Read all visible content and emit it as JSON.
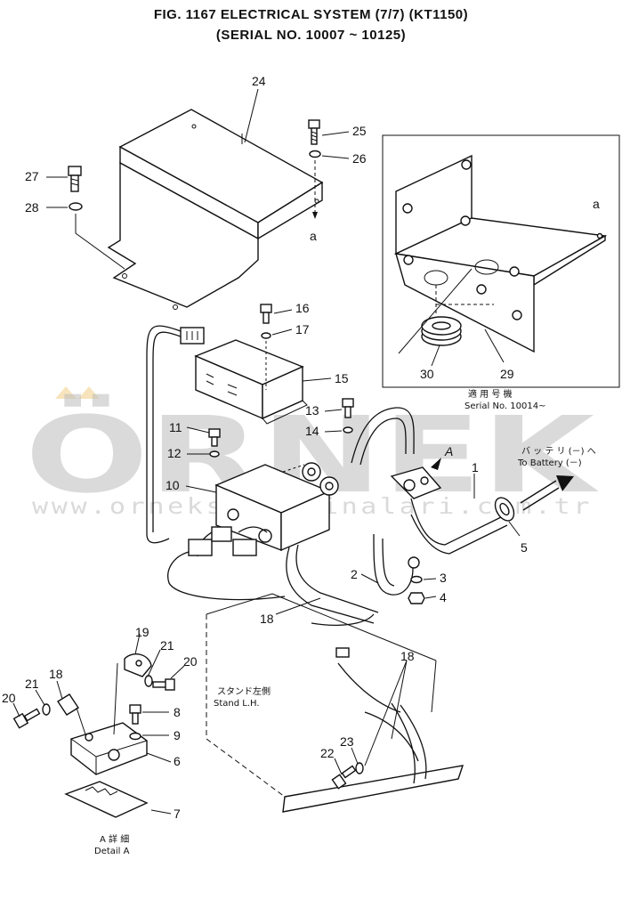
{
  "figure": {
    "title": "FIG. 1167   ELECTRICAL SYSTEM (7/7) (KT1150)",
    "subtitle": "(SERIAL NO. 10007 ~ 10125)"
  },
  "watermark": {
    "brand": "ÖRNEK",
    "url": "www.orneksismakinalari.com.tr",
    "color": "#bdbdbd"
  },
  "callouts": {
    "p1": "1",
    "p2": "2",
    "p3": "3",
    "p4": "4",
    "p5": "5",
    "p6": "6",
    "p7": "7",
    "p8": "8",
    "p9": "9",
    "p10": "10",
    "p11": "11",
    "p12": "12",
    "p13": "13",
    "p14": "14",
    "p15": "15",
    "p16": "16",
    "p17": "17",
    "p18a": "18",
    "p18b": "18",
    "p18c": "18",
    "p19": "19",
    "p20a": "20",
    "p20b": "20",
    "p21a": "21",
    "p21b": "21",
    "p22": "22",
    "p23": "23",
    "p24": "24",
    "p25": "25",
    "p26": "26",
    "p27": "27",
    "p28": "28",
    "p29": "29",
    "p30": "30"
  },
  "refs": {
    "a_top": "a",
    "a_detail": "a",
    "A_mark": "A"
  },
  "notes": {
    "serial_jp": "適 用 号 機",
    "serial": "Serial No. 10014~",
    "battery_jp": "バ ッ テ リ (－) へ",
    "battery": "To Battery (－)",
    "stand_jp": "スタンド左側",
    "stand": "Stand L.H.",
    "detail_jp": "A 詳 細",
    "detail": "Detail A"
  }
}
